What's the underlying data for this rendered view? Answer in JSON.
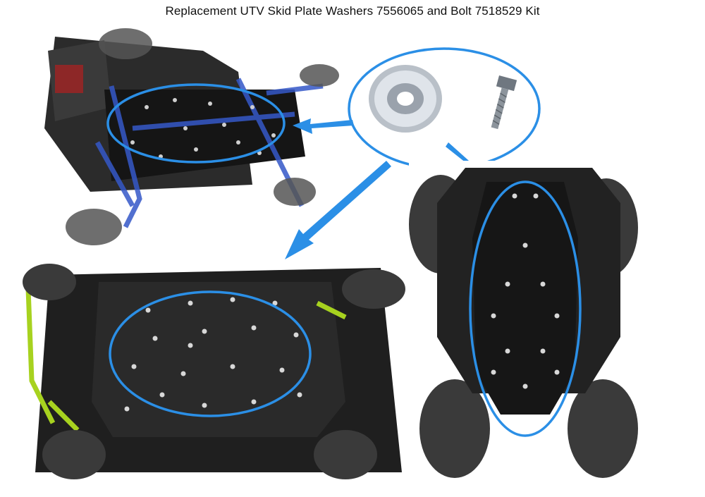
{
  "header": {
    "title": "Replacement UTV Skid Plate Washers 7556065 and Bolt 7518529 Kit"
  },
  "photos": [
    {
      "subject": "utv-underside-top-left"
    },
    {
      "subject": "washer-and-bolt-closeup"
    },
    {
      "subject": "utv-underside-bottom-left"
    },
    {
      "subject": "atv-underside-right"
    }
  ],
  "colors": {
    "highlight": "#2b8fe6",
    "skid_plate": "#1a1a1a",
    "frame_blue": "#3558c8",
    "frame_green": "#a7d21f",
    "tire": "#3a3a3a"
  }
}
